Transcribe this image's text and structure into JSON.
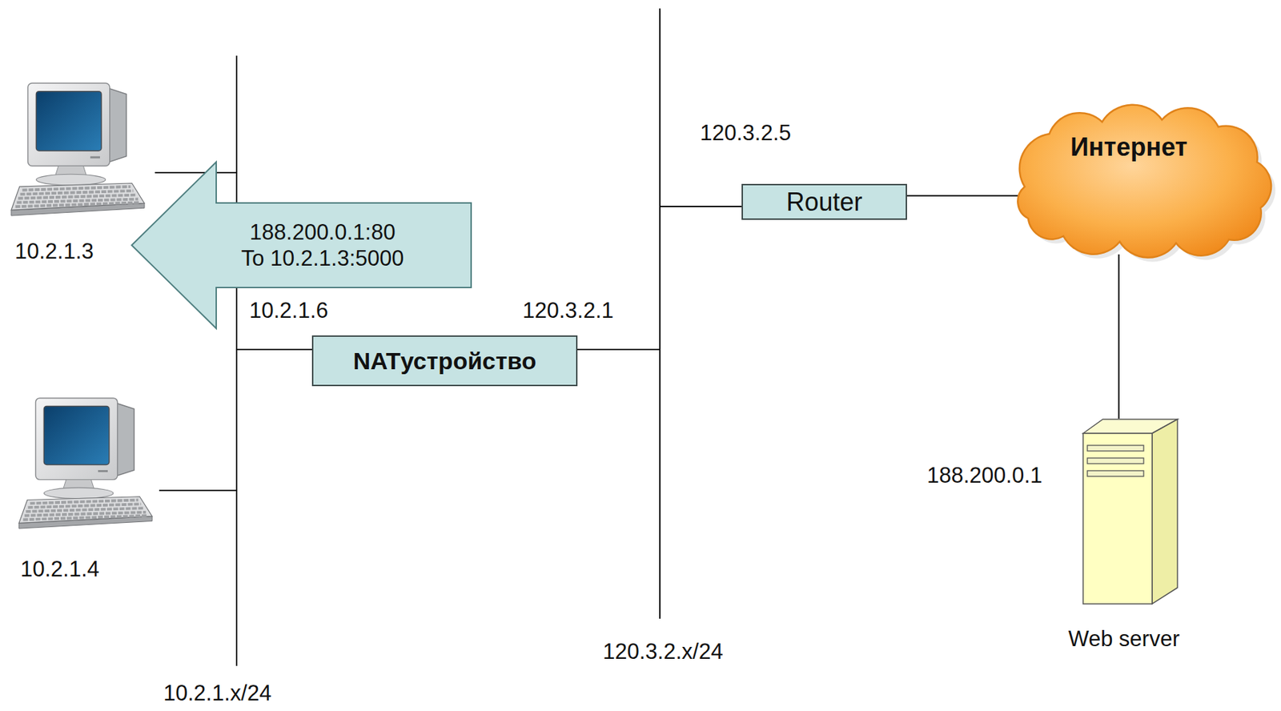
{
  "diagram": {
    "nodes": [
      {
        "text": [
          "10.2.1.3"
        ]
      },
      {
        "text": [
          "188.200.0.1:80 To 10.2.1.3:5000"
        ]
      },
      {
        "text": [
          "10.2.1.4"
        ]
      },
      {
        "text": [
          "NATустройство"
        ]
      },
      {
        "text": [
          "Router"
        ]
      },
      {
        "text": [
          "Интернет"
        ]
      },
      {
        "text": [
          "188.200.0.1",
          "Web server"
        ]
      }
    ],
    "edges": [
      {
        "from": 4,
        "to": 5,
        "arrow": "none"
      },
      {
        "from": 5,
        "to": 6,
        "arrow": "none"
      }
    ],
    "labels": [
      "120.3.2.5",
      "10.2.1.6",
      "120.3.2.1",
      "10.2.1.x/24",
      "120.3.2.x/24"
    ]
  }
}
